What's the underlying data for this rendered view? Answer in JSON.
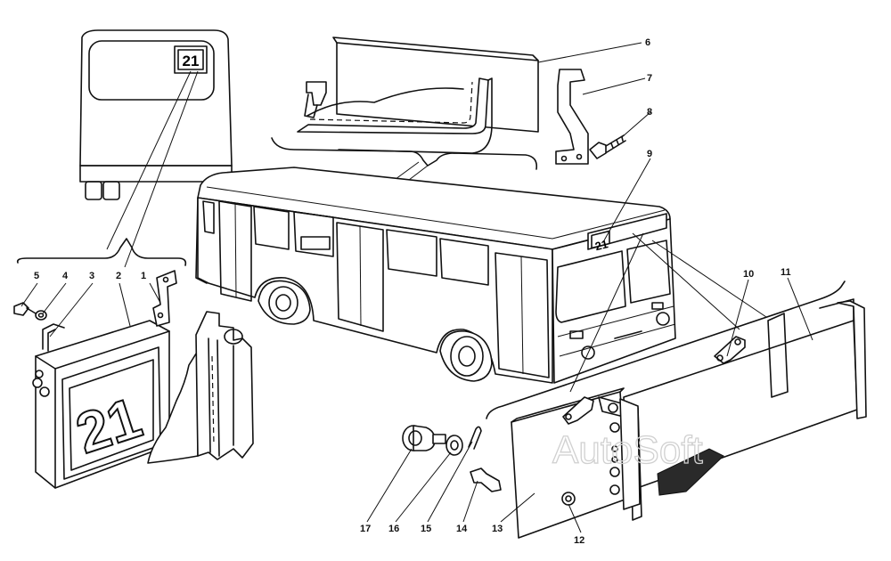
{
  "diagram": {
    "route_number": "21",
    "watermark": "AutoSoft",
    "callouts": [
      {
        "id": "callout-1",
        "label": "1"
      },
      {
        "id": "callout-2",
        "label": "2"
      },
      {
        "id": "callout-3",
        "label": "3"
      },
      {
        "id": "callout-4",
        "label": "4"
      },
      {
        "id": "callout-5",
        "label": "5"
      },
      {
        "id": "callout-6",
        "label": "6"
      },
      {
        "id": "callout-7",
        "label": "7"
      },
      {
        "id": "callout-8",
        "label": "8"
      },
      {
        "id": "callout-9",
        "label": "9"
      },
      {
        "id": "callout-10",
        "label": "10"
      },
      {
        "id": "callout-11",
        "label": "11"
      },
      {
        "id": "callout-12",
        "label": "12"
      },
      {
        "id": "callout-13",
        "label": "13"
      },
      {
        "id": "callout-14",
        "label": "14"
      },
      {
        "id": "callout-15",
        "label": "15"
      },
      {
        "id": "callout-16",
        "label": "16"
      },
      {
        "id": "callout-17",
        "label": "17"
      }
    ]
  }
}
